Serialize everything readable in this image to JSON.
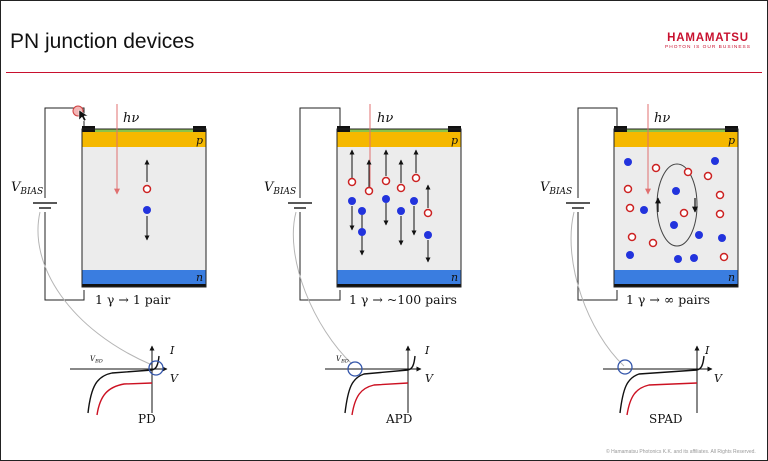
{
  "slide": {
    "title": "PN junction devices",
    "logo_main": "HAMAMATSU",
    "logo_tagline": "PHOTON IS OUR BUSINESS",
    "copyright": "© Hamamatsu Photonics K.K. and its affiliates. All Rights Reserved."
  },
  "labels": {
    "photon": "hν",
    "p_layer": "p",
    "n_layer": "n",
    "v_bias_main": "V",
    "v_bias_sub": "BIAS",
    "v_bd_main": "V",
    "v_bd_sub": "BD",
    "axis_current": "I",
    "axis_voltage": "V"
  },
  "devices": [
    {
      "name": "PD",
      "yield_text": "1 γ → 1 pair"
    },
    {
      "name": "APD",
      "yield_text": "1 γ → ~100 pairs"
    },
    {
      "name": "SPAD",
      "yield_text": "1 γ → ∞ pairs"
    }
  ],
  "colors": {
    "p_layer": "#f5b800",
    "n_layer": "#3a7de0",
    "contact_top": "#8bc34a",
    "electrode": "#111111",
    "bulk": "#ececec",
    "hole": "#cc2222",
    "electron": "#2233dd",
    "photon_arrow": "#e07070",
    "brand": "#c8102e",
    "curve_red": "#cc1122",
    "highlight": "#3355aa"
  }
}
